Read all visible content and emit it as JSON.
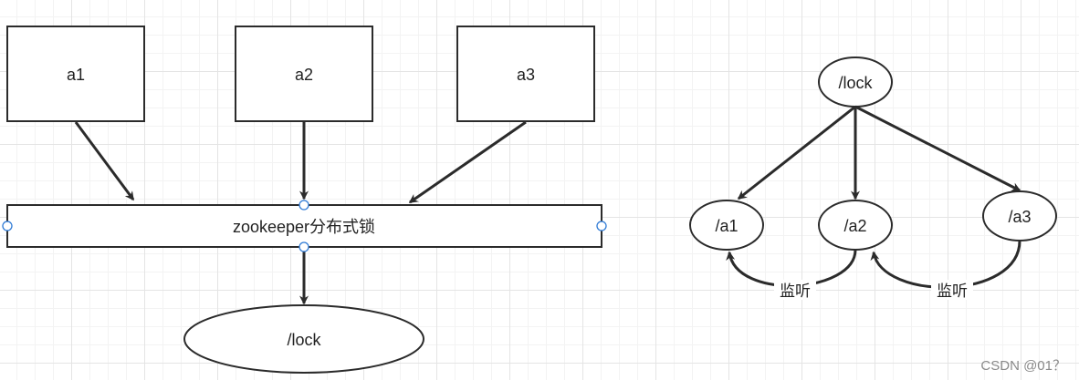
{
  "diagram": {
    "colors": {
      "stroke": "#2b2b2b",
      "fill": "#ffffff",
      "handle": "#2f7bd6",
      "text": "#222222",
      "watermark": "#8a8a8a"
    },
    "left": {
      "clients": [
        {
          "id": "a1",
          "label": "a1"
        },
        {
          "id": "a2",
          "label": "a2"
        },
        {
          "id": "a3",
          "label": "a3"
        }
      ],
      "lock_bar": {
        "label": "zookeeper分布式锁"
      },
      "lock_node": {
        "label": "/lock"
      }
    },
    "right": {
      "root": {
        "label": "/lock"
      },
      "children": [
        {
          "id": "a1",
          "label": "/a1"
        },
        {
          "id": "a2",
          "label": "/a2"
        },
        {
          "id": "a3",
          "label": "/a3"
        }
      ],
      "watches": [
        {
          "from": "/a2",
          "to": "/a1",
          "label": "监听"
        },
        {
          "from": "/a3",
          "to": "/a2",
          "label": "监听"
        }
      ]
    }
  },
  "watermark": "CSDN @01？"
}
